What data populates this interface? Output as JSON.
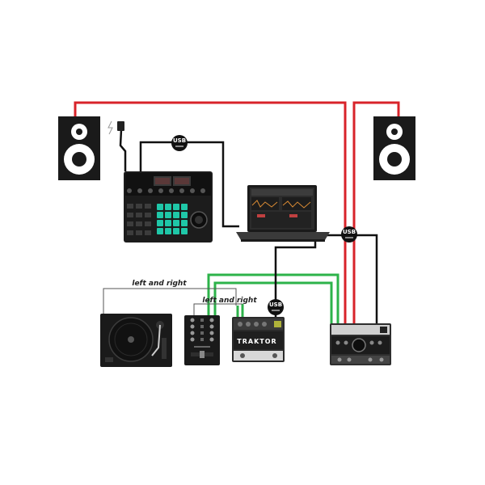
{
  "labels": {
    "left_and_right_main": "left and right",
    "left_and_right_mixer": "left and right"
  },
  "usb_badges": {
    "controller": "USB",
    "laptop": "USB",
    "audio_interface": "USB"
  },
  "devices": {
    "traktor_brand": "TRAKTOR"
  },
  "colors": {
    "speaker_cable": "#d8232a",
    "audio_cable": "#2db34a",
    "usb_cable": "#111111",
    "pad_accent": "#1fc7a8"
  }
}
